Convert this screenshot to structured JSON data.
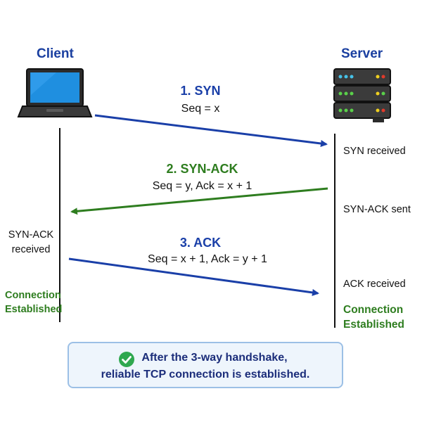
{
  "client": {
    "title": "Client",
    "icon": "laptop-icon",
    "states": {
      "synack_received_line1": "SYN-ACK",
      "synack_received_line2": "received",
      "established_line1": "Connection",
      "established_line2": "Established"
    }
  },
  "server": {
    "title": "Server",
    "icon": "server-rack-icon",
    "states": {
      "syn_received": "SYN received",
      "synack_sent": "SYN-ACK sent",
      "ack_received": "ACK received",
      "established_line1": "Connection",
      "established_line2": "Established"
    }
  },
  "messages": [
    {
      "title": "1. SYN",
      "detail": "Seq = x",
      "direction": "client-to-server",
      "color": "#1a3fa8"
    },
    {
      "title": "2. SYN-ACK",
      "detail": "Seq = y, Ack = x + 1",
      "direction": "server-to-client",
      "color": "#2e7d1f"
    },
    {
      "title": "3. ACK",
      "detail": "Seq = x + 1, Ack = y + 1",
      "direction": "client-to-server",
      "color": "#1a3fa8"
    }
  ],
  "summary": {
    "icon": "check-circle-icon",
    "line1": "After the 3-way handshake,",
    "line2": "reliable TCP connection is established."
  },
  "colors": {
    "blue": "#1a3fa8",
    "green": "#2e7d1f",
    "title_blue": "#1a3fa0",
    "box_border": "#9cc0e6",
    "box_fill": "#eef5fc"
  }
}
